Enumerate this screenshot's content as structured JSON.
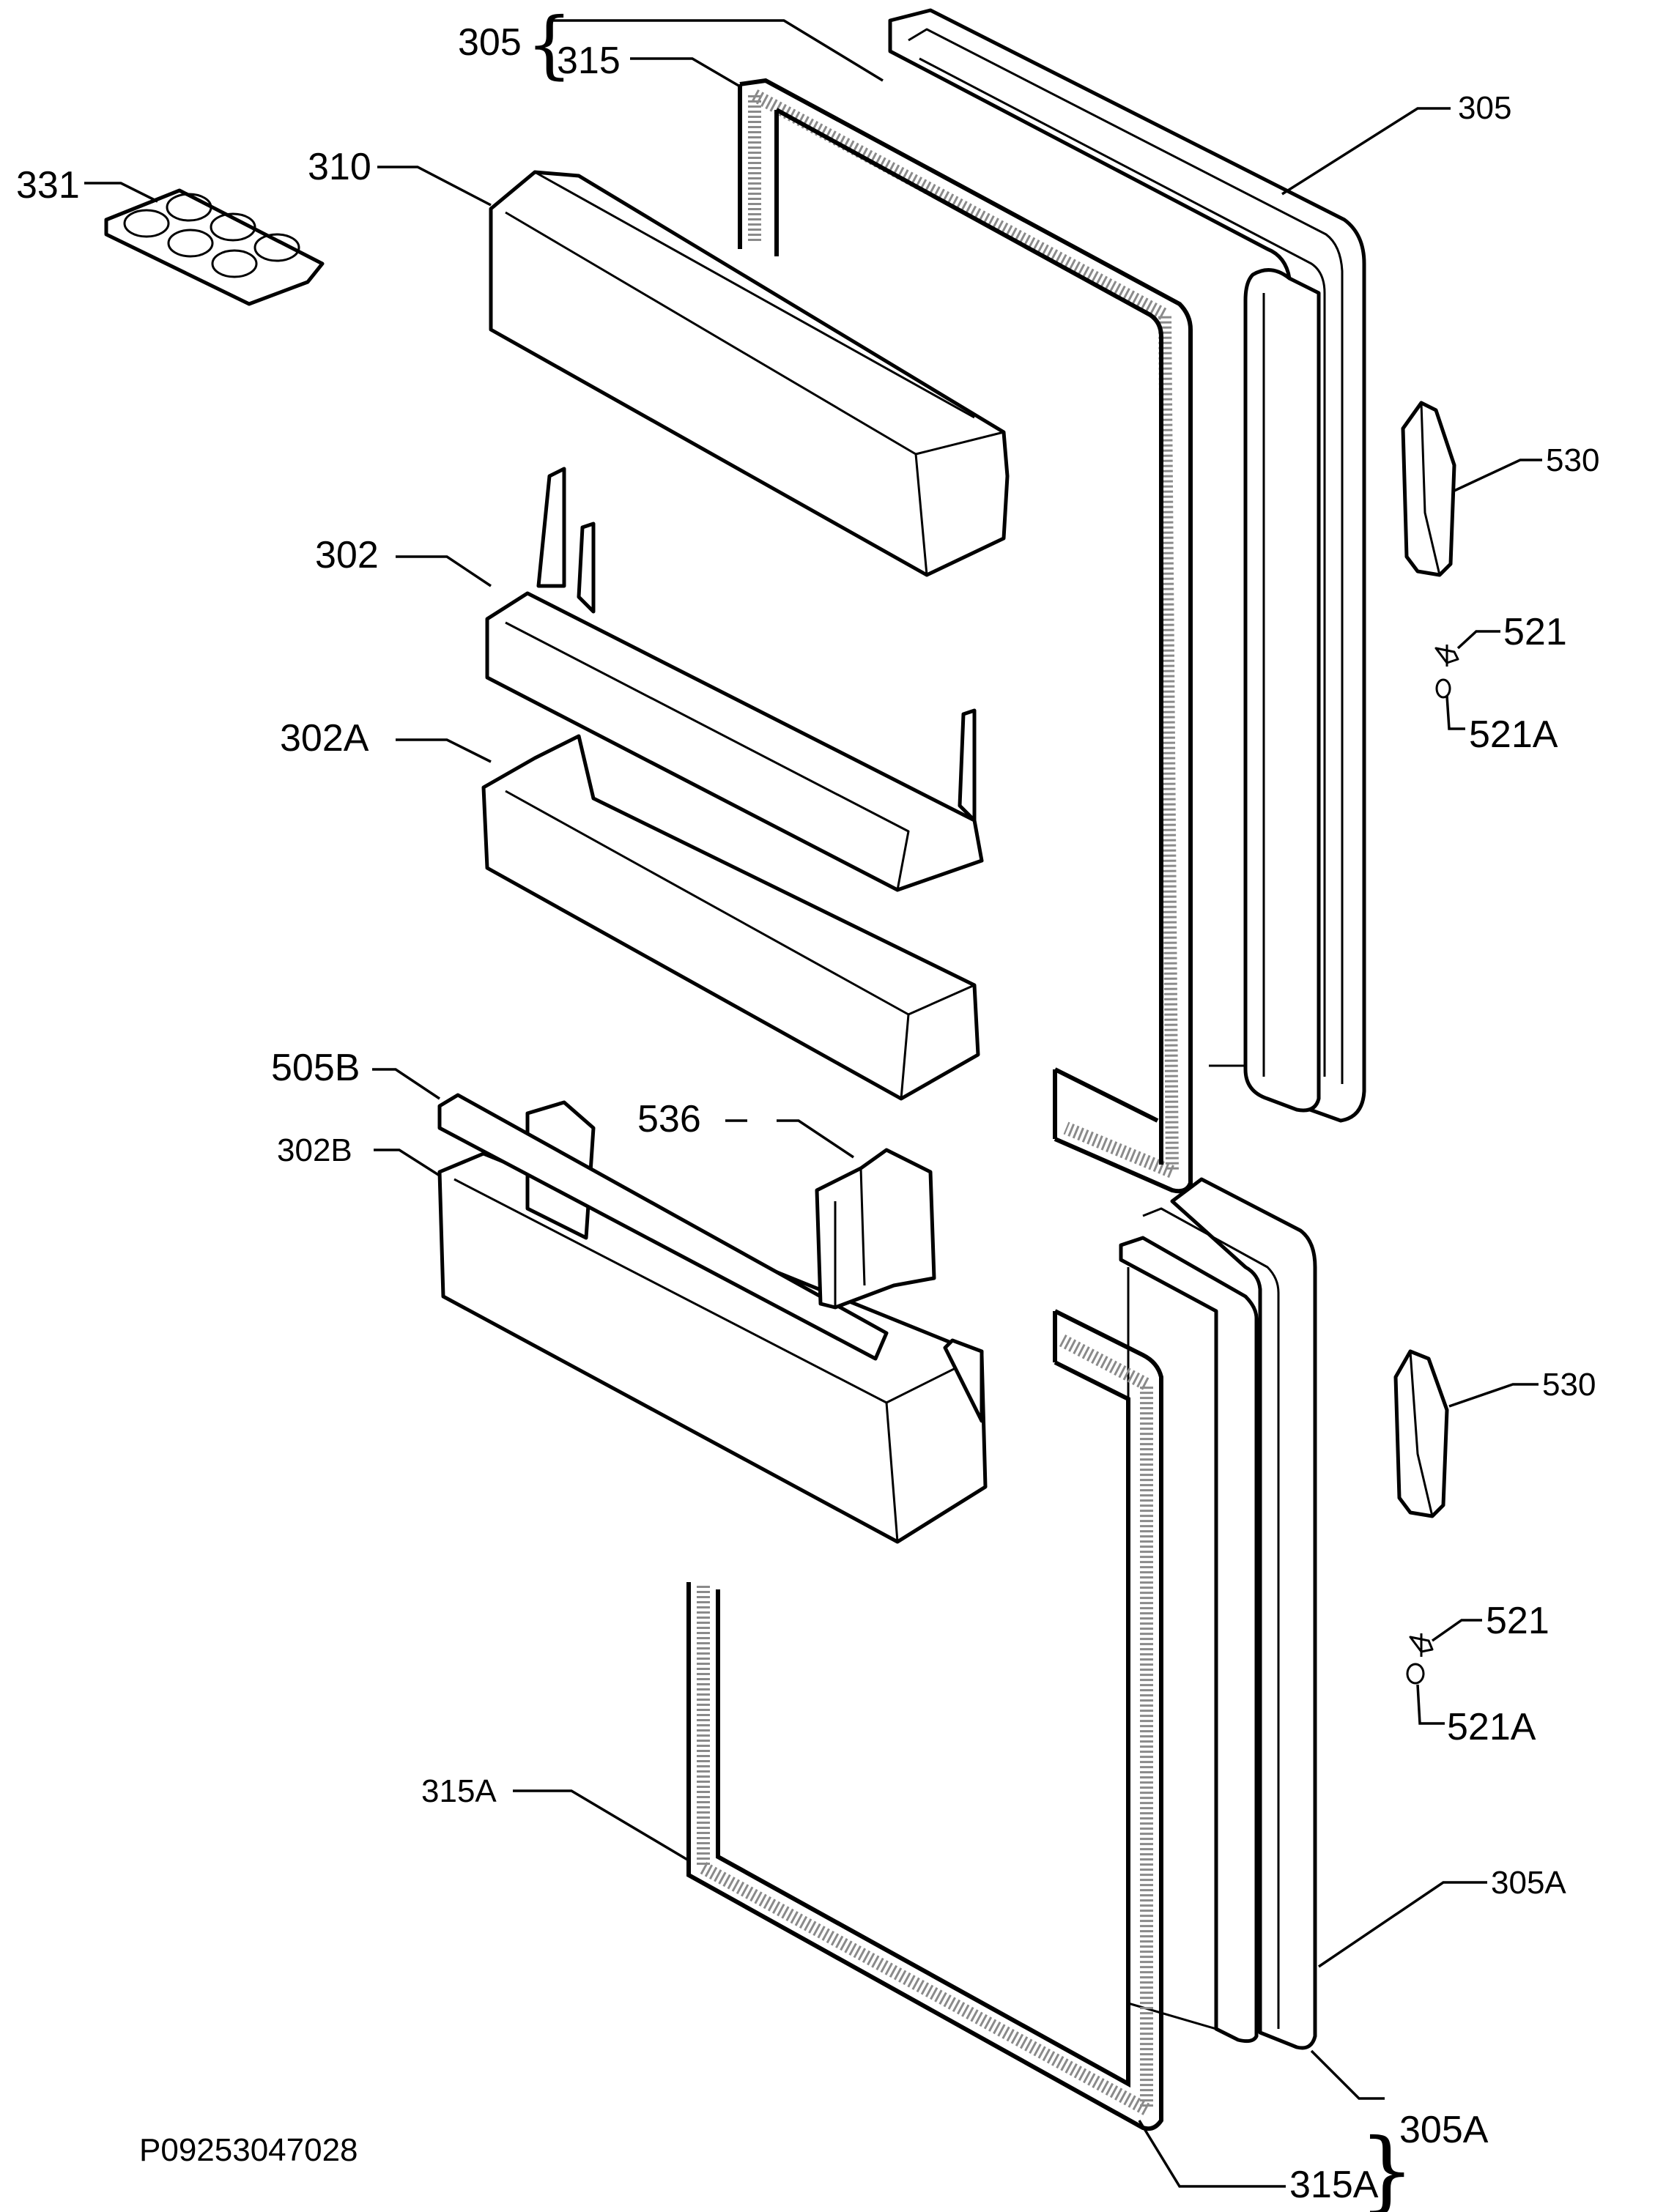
{
  "document_code": "P09253047028",
  "labels": {
    "l305_top": "305",
    "l315_top": "315",
    "l305_right": "305",
    "l331": "331",
    "l310": "310",
    "l302": "302",
    "l302a": "302A",
    "l505b": "505B",
    "l302b": "302B",
    "l536": "536",
    "l530_top": "530",
    "l521_top": "521",
    "l521a_top": "521A",
    "l530_bottom": "530",
    "l521_bottom": "521",
    "l521a_bottom": "521A",
    "l315a_left": "315A",
    "l305a_right": "305A",
    "l315a_bottom": "315A",
    "l305a_bottom": "305A"
  }
}
